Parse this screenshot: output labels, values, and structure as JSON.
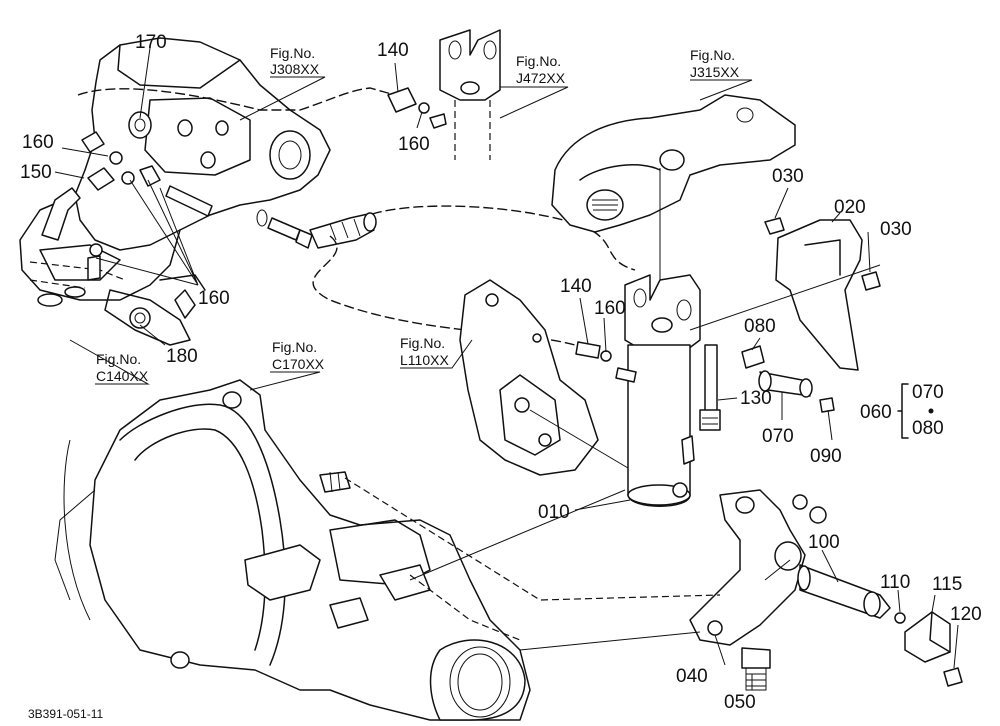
{
  "drawing_code": "3B391-051-11",
  "part_numbers": [
    {
      "id": "p170",
      "text": "170"
    },
    {
      "id": "p140a",
      "text": "140"
    },
    {
      "id": "p160a",
      "text": "160"
    },
    {
      "id": "p160b",
      "text": "160"
    },
    {
      "id": "p150",
      "text": "150"
    },
    {
      "id": "p160c",
      "text": "160"
    },
    {
      "id": "p180",
      "text": "180"
    },
    {
      "id": "p140b",
      "text": "140"
    },
    {
      "id": "p160d",
      "text": "160"
    },
    {
      "id": "p030a",
      "text": "030"
    },
    {
      "id": "p020",
      "text": "020"
    },
    {
      "id": "p030b",
      "text": "030"
    },
    {
      "id": "p080",
      "text": "080"
    },
    {
      "id": "p130",
      "text": "130"
    },
    {
      "id": "p070",
      "text": "070"
    },
    {
      "id": "p090",
      "text": "090"
    },
    {
      "id": "p060",
      "text": "060"
    },
    {
      "id": "p070b",
      "text": "070"
    },
    {
      "id": "p080b",
      "text": "080"
    },
    {
      "id": "p010",
      "text": "010"
    },
    {
      "id": "p100",
      "text": "100"
    },
    {
      "id": "p110",
      "text": "110"
    },
    {
      "id": "p115",
      "text": "115"
    },
    {
      "id": "p120",
      "text": "120"
    },
    {
      "id": "p040",
      "text": "040"
    },
    {
      "id": "p050",
      "text": "050"
    }
  ],
  "figure_refs": [
    {
      "id": "j308",
      "label": "Fig.No.",
      "number": "J308XX"
    },
    {
      "id": "j472",
      "label": "Fig.No.",
      "number": "J472XX"
    },
    {
      "id": "j315",
      "label": "Fig.No.",
      "number": "J315XX"
    },
    {
      "id": "l110",
      "label": "Fig.No.",
      "number": "L110XX"
    },
    {
      "id": "c140",
      "label": "Fig.No.",
      "number": "C140XX"
    },
    {
      "id": "c170",
      "label": "Fig.No.",
      "number": "C170XX"
    }
  ],
  "colors": {
    "line": "#111111",
    "background": "#ffffff"
  }
}
